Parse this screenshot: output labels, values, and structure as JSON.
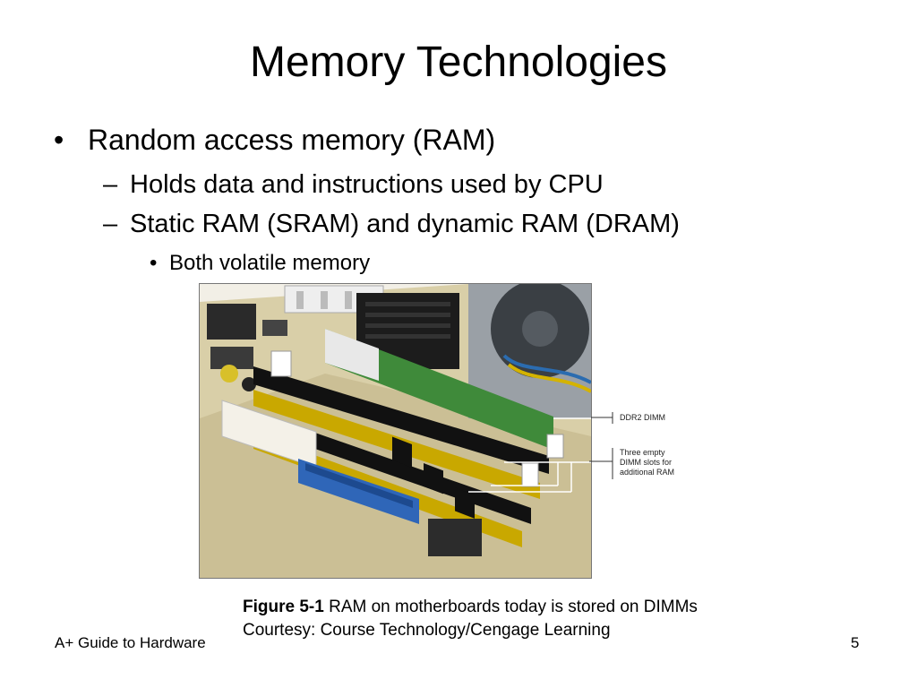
{
  "slide": {
    "title": "Memory Technologies",
    "bullets": {
      "level1": "Random access memory (RAM)",
      "level2": [
        "Holds data and instructions used by CPU",
        "Static RAM (SRAM) and dynamic RAM (DRAM)"
      ],
      "level3": "Both volatile memory"
    },
    "markers": {
      "bullet": "•",
      "dash": "–"
    }
  },
  "figure": {
    "callouts": {
      "ddr2": "DDR2 DIMM",
      "empty_line1": "Three empty",
      "empty_line2": "DIMM slots for",
      "empty_line3": "additional RAM"
    },
    "caption": {
      "label": "Figure 5-1",
      "text": " RAM on motherboards today is stored on DIMMs",
      "credit": "Courtesy: Course Technology/Cengage Learning"
    }
  },
  "footer": {
    "left": "A+ Guide to Hardware",
    "page_number": "5"
  }
}
